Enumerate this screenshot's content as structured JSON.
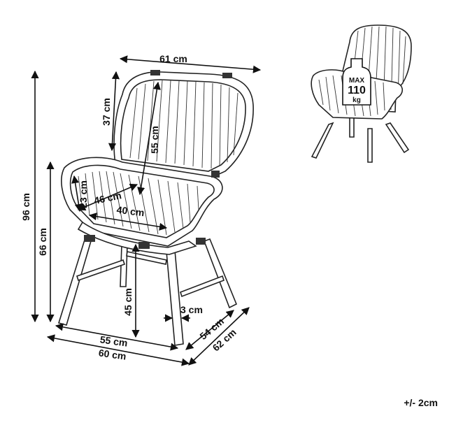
{
  "dimensions": {
    "width_top": "61 cm",
    "back_height": "37 cm",
    "back_inner": "55 cm",
    "total_height": "96 cm",
    "arm_height": "66 cm",
    "arm_rest": "23 cm",
    "seat_depth_diag": "46 cm",
    "seat_width": "40 cm",
    "seat_height": "45 cm",
    "leg_offset": "3 cm",
    "base_width_inner": "55 cm",
    "base_width_outer": "60 cm",
    "base_depth_inner": "54 cm",
    "base_depth_outer": "62 cm"
  },
  "max_load": {
    "label_top": "MAX",
    "value": "110",
    "unit": "kg"
  },
  "tolerance": "+/- 2cm"
}
